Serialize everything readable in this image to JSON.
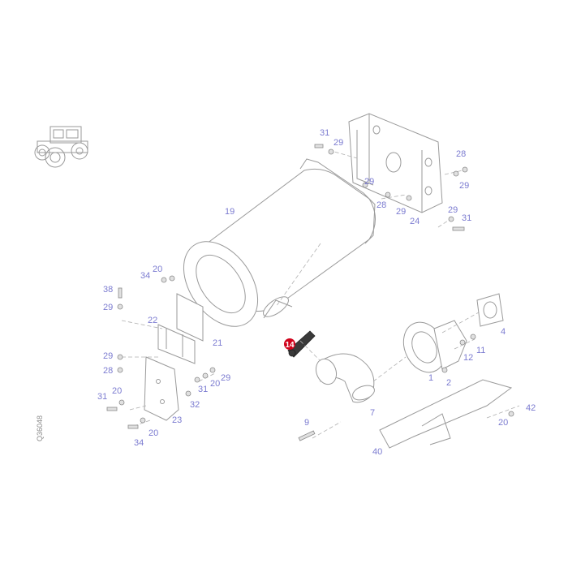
{
  "diagram": {
    "document_id": "Q36048",
    "highlighted_part": "14",
    "callouts": [
      "19",
      "31",
      "29",
      "28",
      "29",
      "29",
      "28",
      "29",
      "24",
      "29",
      "31",
      "34",
      "20",
      "38",
      "29",
      "22",
      "21",
      "29",
      "28",
      "20",
      "31",
      "32",
      "23",
      "20",
      "34",
      "20",
      "29",
      "31",
      "14",
      "1",
      "2",
      "12",
      "11",
      "4",
      "7",
      "9",
      "40",
      "20",
      "42"
    ]
  },
  "colors": {
    "callout": "#7b7bd0",
    "highlight": "#d0021b",
    "line": "#9a9a9a"
  },
  "icons": {
    "tractor": "tractor-icon"
  }
}
